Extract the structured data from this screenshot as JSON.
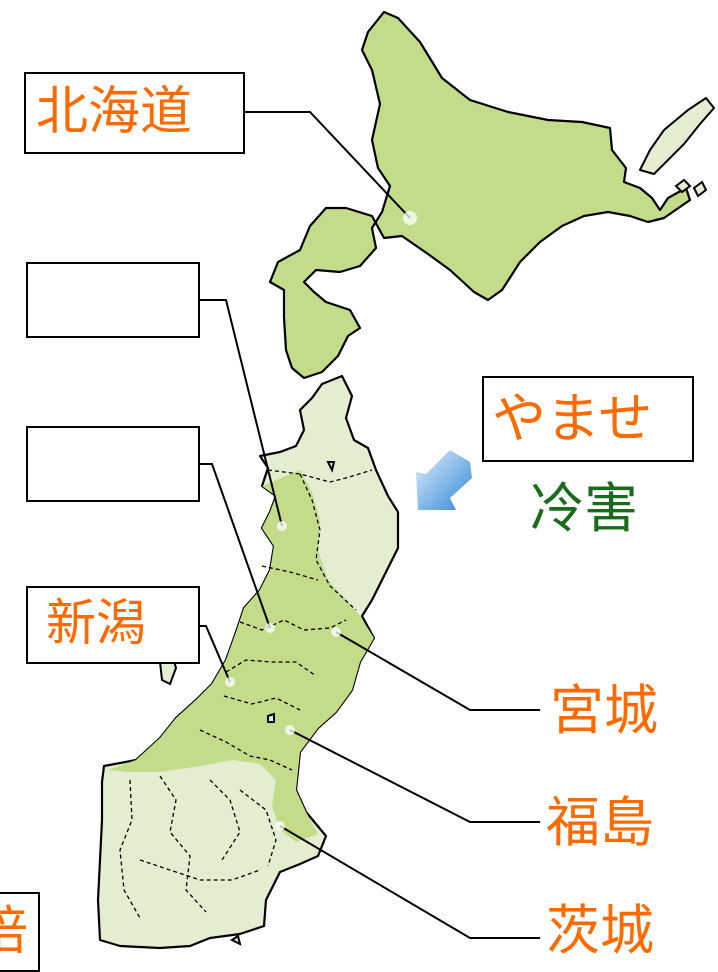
{
  "colors": {
    "land_dark": "#c2dc8a",
    "land_light": "#e5edd1",
    "outline": "#000000",
    "label_orange": "#ff6a00",
    "label_green": "#1a6b1a",
    "arrow_blue": "#3a8fd6"
  },
  "labels": {
    "hokkaido": "北海道",
    "niigata": "新潟",
    "yamase": "やませ",
    "reigai": "冷害",
    "miyagi": "宮城",
    "fukushima": "福島",
    "ibaraki": "茨城",
    "partial_bottom_left": "倍"
  },
  "blank_boxes": [
    {
      "id": "upper",
      "value": ""
    },
    {
      "id": "lower",
      "value": ""
    }
  ],
  "icons": {
    "wind": "wind-arrow-icon"
  }
}
